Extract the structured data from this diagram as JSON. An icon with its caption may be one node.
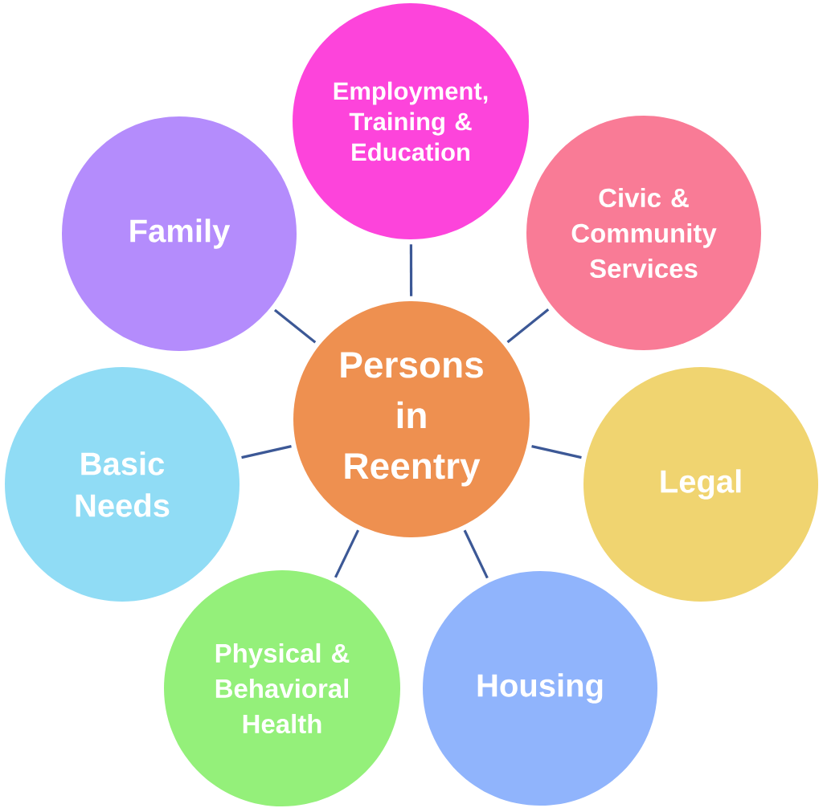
{
  "diagram": {
    "nodes": [
      {
        "text": [
          "Employment, Training & Education"
        ]
      },
      {
        "text": [
          "Family"
        ]
      },
      {
        "text": [
          "Civic & Community Services"
        ]
      },
      {
        "text": [
          "Persons in Reentry"
        ]
      },
      {
        "text": [
          "Basic Needs"
        ]
      },
      {
        "text": [
          "Legal"
        ]
      },
      {
        "text": [
          "Physical & Behavioral Health"
        ]
      },
      {
        "text": [
          "Housing"
        ]
      }
    ],
    "edges": [
      {
        "from": 3,
        "to": 0,
        "arrow": "none"
      },
      {
        "from": 3,
        "to": 1,
        "arrow": "none"
      },
      {
        "from": 3,
        "to": 2,
        "arrow": "none"
      },
      {
        "from": 3,
        "to": 4,
        "arrow": "none"
      },
      {
        "from": 3,
        "to": 5,
        "arrow": "none"
      },
      {
        "from": 3,
        "to": 6,
        "arrow": "none"
      },
      {
        "from": 3,
        "to": 7,
        "arrow": "none"
      }
    ]
  }
}
